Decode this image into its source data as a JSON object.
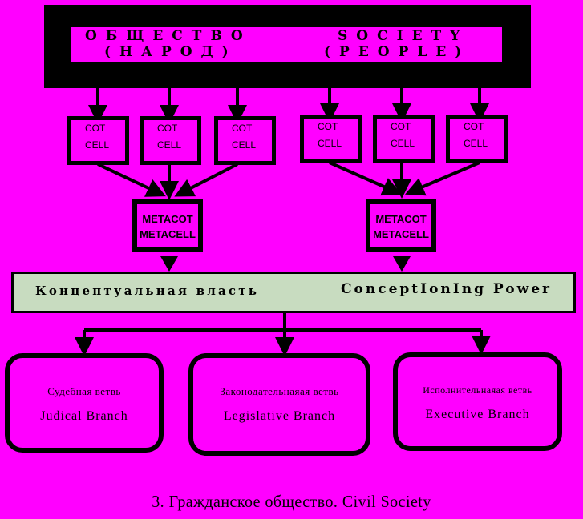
{
  "society": {
    "ru_title": "ОБЩЕСТВО",
    "ru_subtitle": "(НАРОД)",
    "en_title": "SOCIETY",
    "en_subtitle": "(PEOPLE)"
  },
  "cells": [
    {
      "line1": "COT",
      "line2": "CELL"
    },
    {
      "line1": "COT",
      "line2": "CELL"
    },
    {
      "line1": "COT",
      "line2": "CELL"
    },
    {
      "line1": "COT",
      "line2": "CELL"
    },
    {
      "line1": "COT",
      "line2": "CELL"
    },
    {
      "line1": "COT",
      "line2": "CELL"
    }
  ],
  "metacells": [
    {
      "line1": "METACOT",
      "line2": "METACELL"
    },
    {
      "line1": "METACOT",
      "line2": "METACELL"
    }
  ],
  "power": {
    "ru": "Концептуальная власть",
    "en": "ConceptIonIng Power"
  },
  "branches": [
    {
      "ru": "Судебная ветвь",
      "en": "Judical Branch"
    },
    {
      "ru": "Законодательнаяая ветвь",
      "en": "Legislative Branch"
    },
    {
      "ru": "Исполнительнаяая ветвь",
      "en": "Executive Branch"
    }
  ],
  "caption": "3. Гражданское общество. Civil Society",
  "colors": {
    "background": "#ff00ff",
    "bar": "#c8dcc0",
    "stroke": "#000000"
  }
}
